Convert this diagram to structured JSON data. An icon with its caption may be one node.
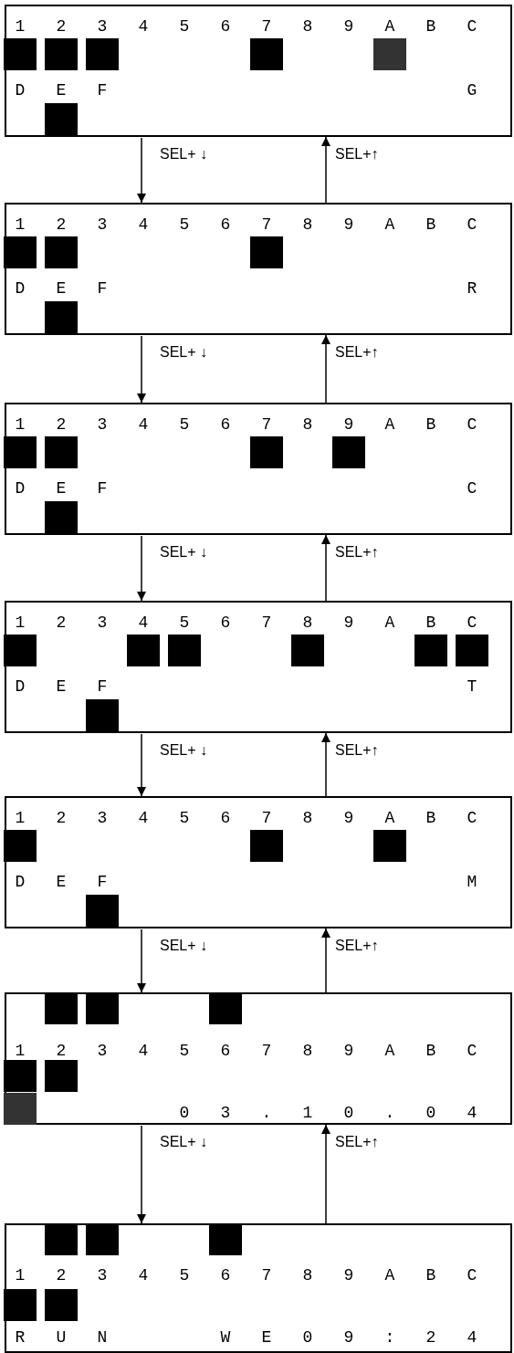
{
  "diagram": {
    "nodes": [
      {
        "text": [
          "123456789ABC",
          "DEF        G"
        ]
      },
      {
        "text": [
          "123456789ABC",
          "DEF        R"
        ]
      },
      {
        "text": [
          "123456789ABC",
          "DEF        C"
        ]
      },
      {
        "text": [
          "123456789ABC",
          "DEF        T"
        ]
      },
      {
        "text": [
          "123456789ABC",
          "DEF        M"
        ]
      },
      {
        "text": [
          "123456789ABC",
          "    03.10.04"
        ]
      },
      {
        "text": [
          "123456789ABC",
          "RUN  WE09:24"
        ]
      }
    ],
    "edges": [
      {
        "from": 0,
        "to": 1,
        "arrow": "to",
        "label": "SEL+ ↓"
      },
      {
        "from": 1,
        "to": 0,
        "arrow": "to",
        "label": "SEL+↑"
      },
      {
        "from": 1,
        "to": 2,
        "arrow": "to",
        "label": "SEL+ ↓"
      },
      {
        "from": 2,
        "to": 1,
        "arrow": "to",
        "label": "SEL+↑"
      },
      {
        "from": 2,
        "to": 3,
        "arrow": "to",
        "label": "SEL+ ↓"
      },
      {
        "from": 3,
        "to": 2,
        "arrow": "to",
        "label": "SEL+↑"
      },
      {
        "from": 3,
        "to": 4,
        "arrow": "to",
        "label": "SEL+ ↓"
      },
      {
        "from": 4,
        "to": 3,
        "arrow": "to",
        "label": "SEL+↑"
      },
      {
        "from": 4,
        "to": 5,
        "arrow": "to",
        "label": "SEL+ ↓"
      },
      {
        "from": 5,
        "to": 4,
        "arrow": "to",
        "label": "SEL+↑"
      },
      {
        "from": 5,
        "to": 6,
        "arrow": "to",
        "label": "SEL+ ↓"
      },
      {
        "from": 6,
        "to": 5,
        "arrow": "to",
        "label": "SEL+↑"
      }
    ]
  }
}
